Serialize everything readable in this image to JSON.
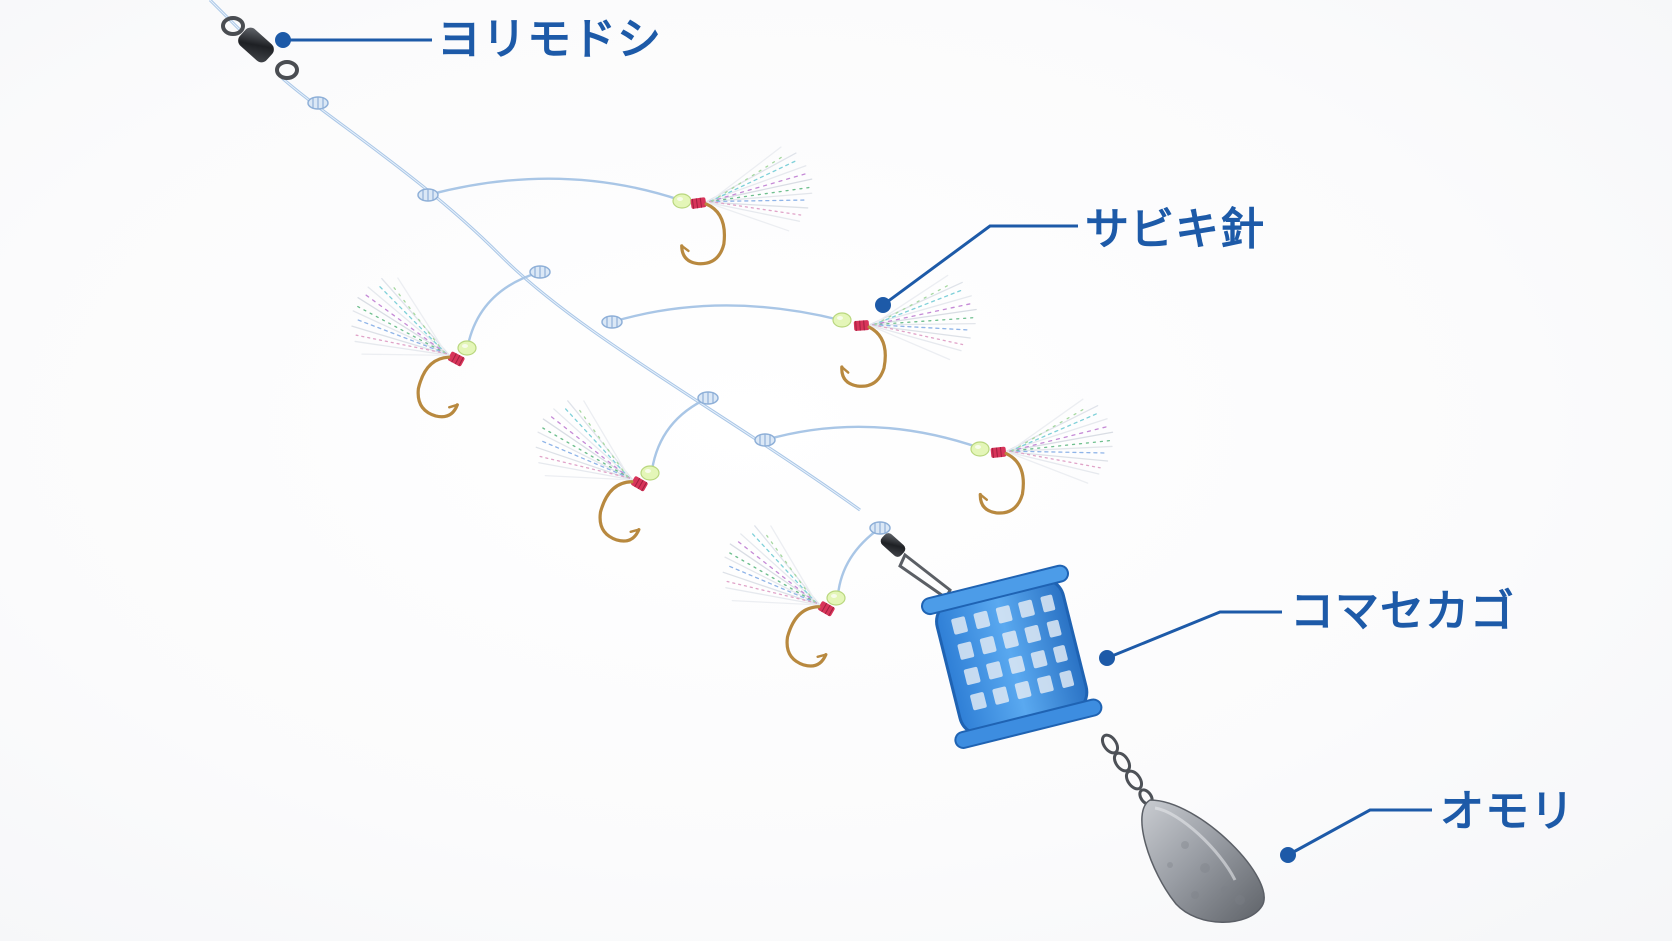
{
  "labels": {
    "swivel": "ヨリモドシ",
    "hook": "サビキ針",
    "basket": "コマセカゴ",
    "sinker": "オモリ"
  },
  "colors": {
    "label": "#1d5aa8",
    "leader_line": "#1d5aa8",
    "line": "#a9c6e6",
    "basket": "#3a8fe0",
    "sinker": "#8e9298",
    "hook": "#b8893f",
    "wrap": "#d8345a",
    "bead": "#dff3b0"
  },
  "icons": {
    "swivel": "barrel-swivel-icon",
    "hook": "feathered-hook-icon",
    "basket": "chum-basket-icon",
    "sinker": "sinker-weight-icon"
  }
}
